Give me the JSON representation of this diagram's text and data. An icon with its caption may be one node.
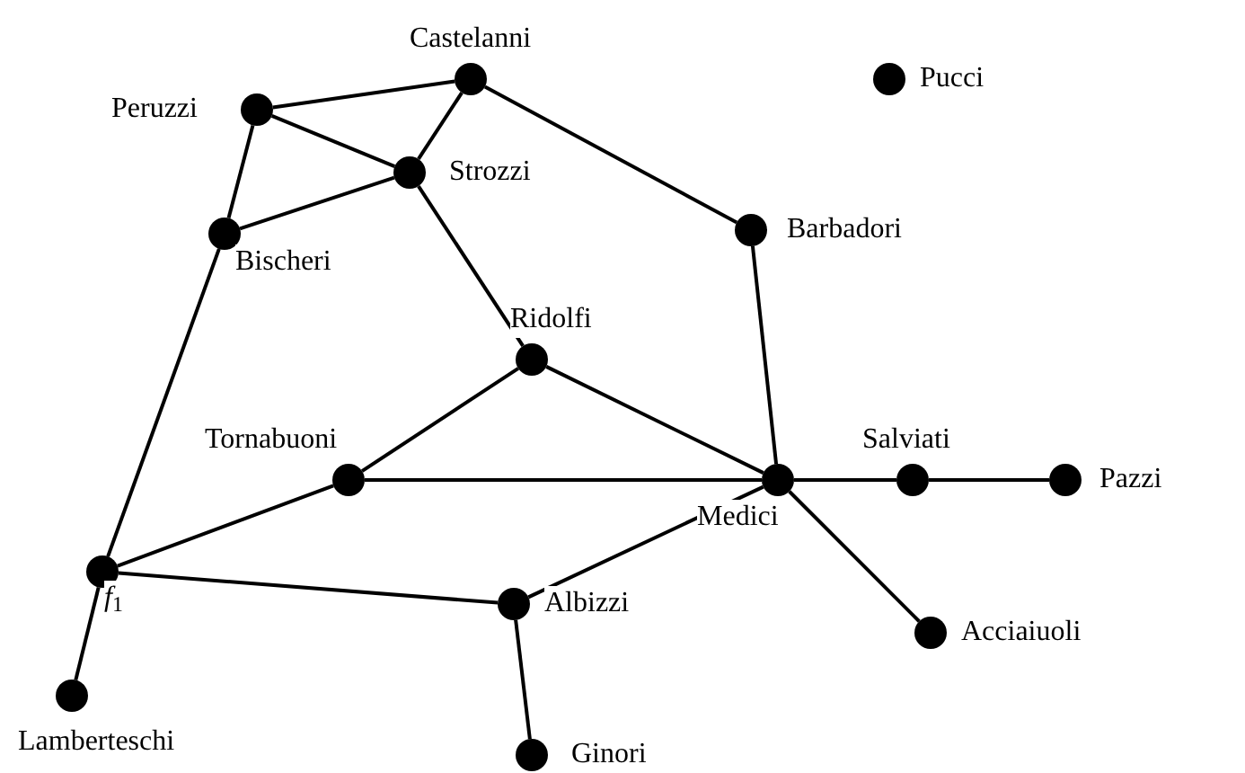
{
  "diagram": {
    "nodes": [
      {
        "text": [],
        "shape": "circle",
        "beside": [
          "Castelanni"
        ]
      },
      {
        "text": [],
        "shape": "circle",
        "beside": [
          "Pucci"
        ]
      },
      {
        "text": [],
        "shape": "circle",
        "beside": [
          "Peruzzi"
        ]
      },
      {
        "text": [],
        "shape": "circle",
        "beside": [
          "Strozzi"
        ]
      },
      {
        "text": [],
        "shape": "circle",
        "beside": [
          "Barbadori"
        ]
      },
      {
        "text": [],
        "shape": "circle",
        "beside": [
          "Bischeri"
        ]
      },
      {
        "text": [],
        "shape": "circle",
        "beside": [
          "Ridolfi"
        ]
      },
      {
        "text": [],
        "shape": "circle",
        "beside": [
          "Tornabuoni"
        ]
      },
      {
        "text": [],
        "shape": "circle",
        "beside": [
          "Medici"
        ]
      },
      {
        "text": [],
        "shape": "circle",
        "beside": [
          "Salviati"
        ]
      },
      {
        "text": [],
        "shape": "circle",
        "beside": [
          "Pazzi"
        ]
      },
      {
        "text": [],
        "shape": "circle",
        "beside": [
          "*f*$_{1}$"
        ]
      },
      {
        "text": [],
        "shape": "circle",
        "beside": [
          "Albizzi"
        ]
      },
      {
        "text": [],
        "shape": "circle",
        "beside": [
          "Acciaiuoli"
        ]
      },
      {
        "text": [],
        "shape": "circle",
        "beside": [
          "Lamberteschi"
        ]
      },
      {
        "text": [],
        "shape": "circle",
        "beside": [
          "Ginori"
        ]
      }
    ],
    "edges": [
      {
        "from": 2,
        "to": 0,
        "arrow": "none"
      },
      {
        "from": 2,
        "to": 3,
        "arrow": "none"
      },
      {
        "from": 0,
        "to": 3,
        "arrow": "none"
      },
      {
        "from": 0,
        "to": 4,
        "arrow": "none"
      },
      {
        "from": 3,
        "to": 5,
        "arrow": "none"
      },
      {
        "from": 2,
        "to": 5,
        "arrow": "none"
      },
      {
        "from": 5,
        "to": 11,
        "arrow": "none"
      },
      {
        "from": 3,
        "to": 6,
        "arrow": "none"
      },
      {
        "from": 6,
        "to": 7,
        "arrow": "none"
      },
      {
        "from": 6,
        "to": 8,
        "arrow": "none"
      },
      {
        "from": 7,
        "to": 8,
        "arrow": "none"
      },
      {
        "from": 4,
        "to": 8,
        "arrow": "none"
      },
      {
        "from": 8,
        "to": 9,
        "arrow": "none"
      },
      {
        "from": 9,
        "to": 10,
        "arrow": "none"
      },
      {
        "from": 8,
        "to": 13,
        "arrow": "none"
      },
      {
        "from": 8,
        "to": 12,
        "arrow": "none"
      },
      {
        "from": 7,
        "to": 11,
        "arrow": "none"
      },
      {
        "from": 11,
        "to": 12,
        "arrow": "none"
      },
      {
        "from": 11,
        "to": 14,
        "arrow": "none"
      },
      {
        "from": 12,
        "to": 15,
        "arrow": "none"
      }
    ]
  }
}
